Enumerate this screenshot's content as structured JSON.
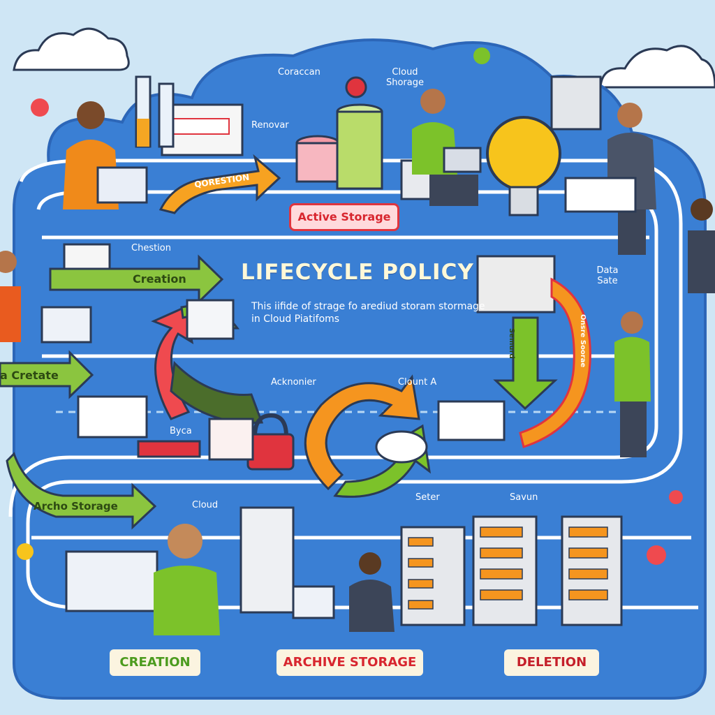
{
  "title": "LIFECYCLE POLICY",
  "subtitle": "This iifide of strage fo arediud storam stormage in Cloud Piatifoms",
  "labels": {
    "top_left_a": "Coraccan",
    "top_right_a": "Cloud Shorage",
    "renovar": "Renovar",
    "qorestion": "QORESTION",
    "active_storage": "Active Storage",
    "chestion": "Chestion",
    "creation_arrow": "Creation",
    "data_sate": "Data Sate",
    "a_cretate": "a Cretate",
    "acknonier": "Acknonier",
    "cloud_a": "Clount A",
    "byca": "Byca",
    "archo_storage": "Archo Storage",
    "cloud": "Cloud",
    "seter": "Seter",
    "savun": "Savun",
    "vert_arrow_1": "Semurd",
    "vert_arrow_2": "Onsre Soorae"
  },
  "bottom_labels": {
    "creation": "CREATION",
    "archive": "ARCHIVE STORAGE",
    "deletion": "DELETION"
  },
  "colors": {
    "road": "#3a7fd4",
    "road_dark": "#2c66b8",
    "background": "#cfe6f5",
    "accent_green": "#7cc22a",
    "accent_orange": "#f5951f",
    "accent_red": "#e0343e",
    "bulb": "#f7c41c"
  }
}
